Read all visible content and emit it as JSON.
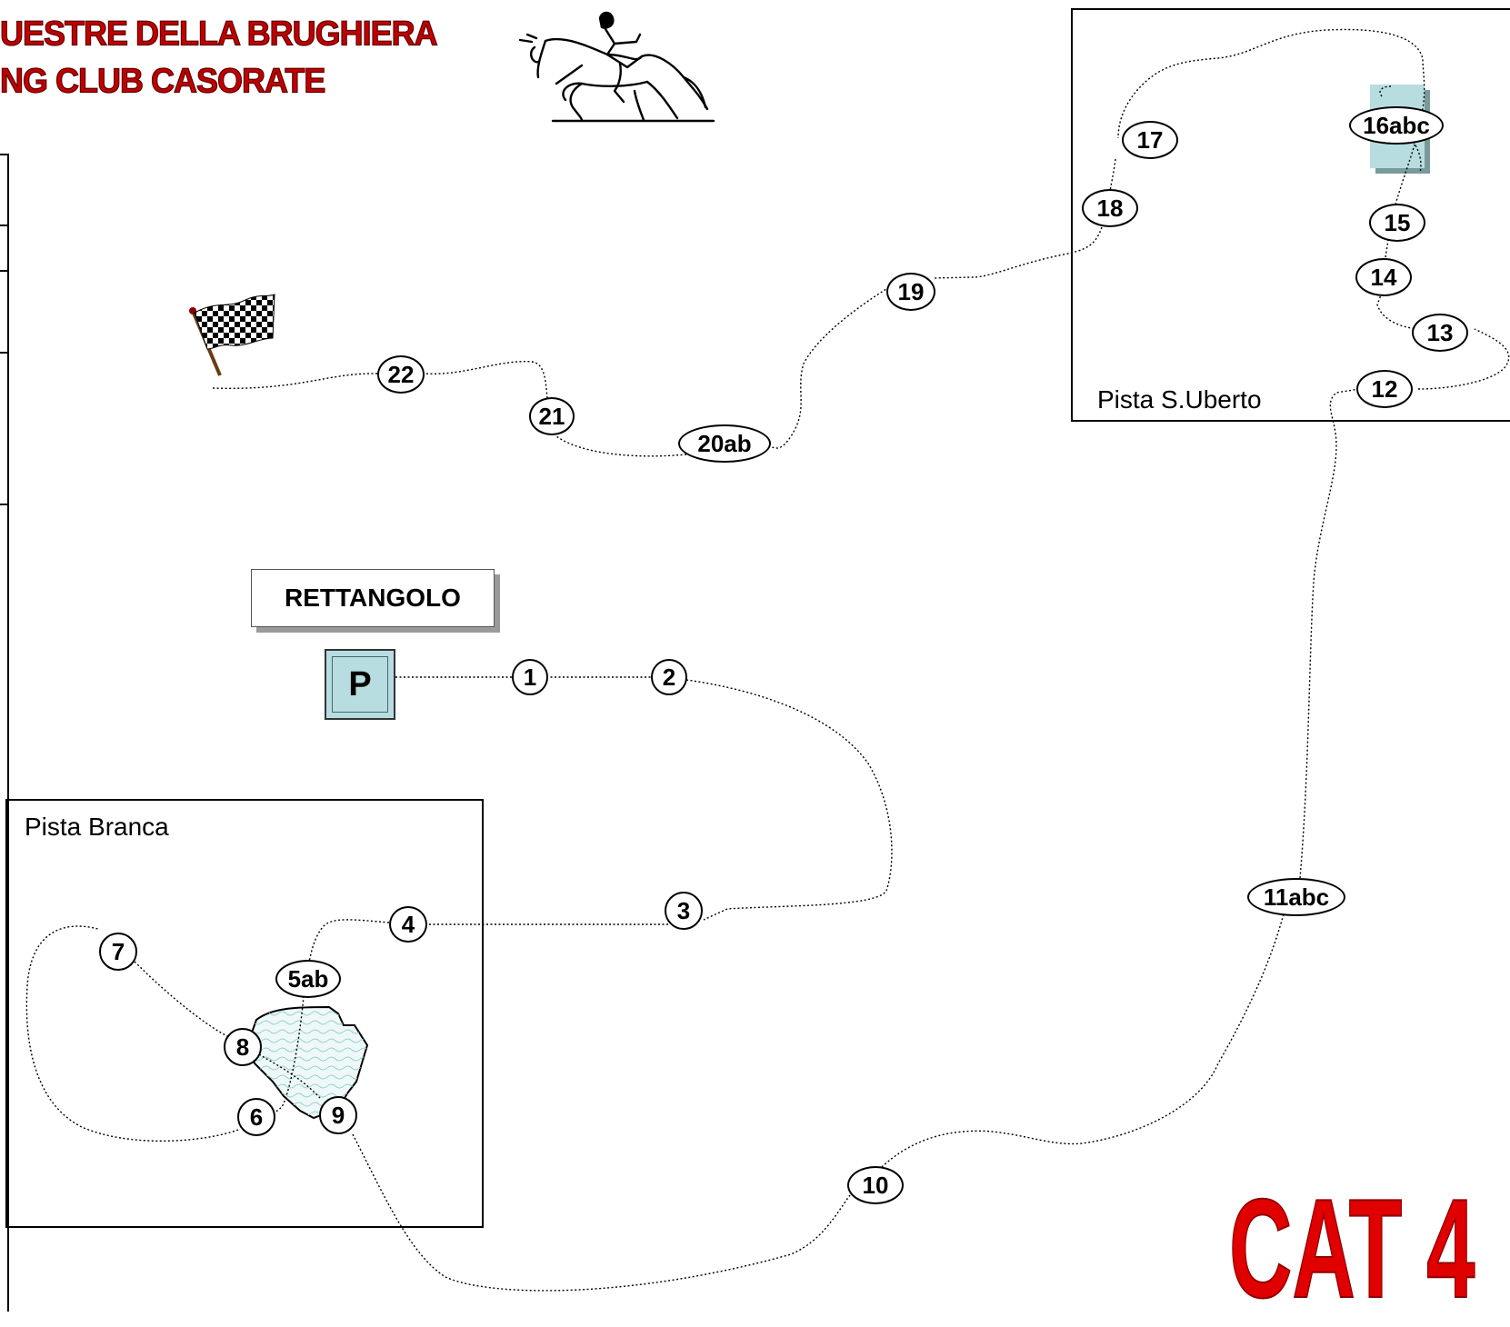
{
  "header": {
    "line1": "UESTRE DELLA BRUGHIERA",
    "line2": "NG CLUB CASORATE"
  },
  "arenas": {
    "branca": "Pista Branca",
    "uberto": "Pista S.Uberto"
  },
  "rettangolo": "RETTANGOLO",
  "start_marker": "P",
  "category": "CAT 4",
  "fences": [
    "1",
    "2",
    "3",
    "4",
    "5ab",
    "6",
    "7",
    "8",
    "9",
    "10",
    "11abc",
    "12",
    "13",
    "14",
    "15",
    "16abc",
    "17",
    "18",
    "19",
    "20ab",
    "21",
    "22"
  ],
  "colors": {
    "title_red": "#c00000",
    "category_red": "#e00000",
    "start_box": "#b8dde0",
    "fence_16_box": "#b8dde0",
    "pond": "#e6f4f4"
  },
  "icons": [
    "horse-jumper-icon",
    "checkered-flag-icon",
    "pond-icon"
  ]
}
